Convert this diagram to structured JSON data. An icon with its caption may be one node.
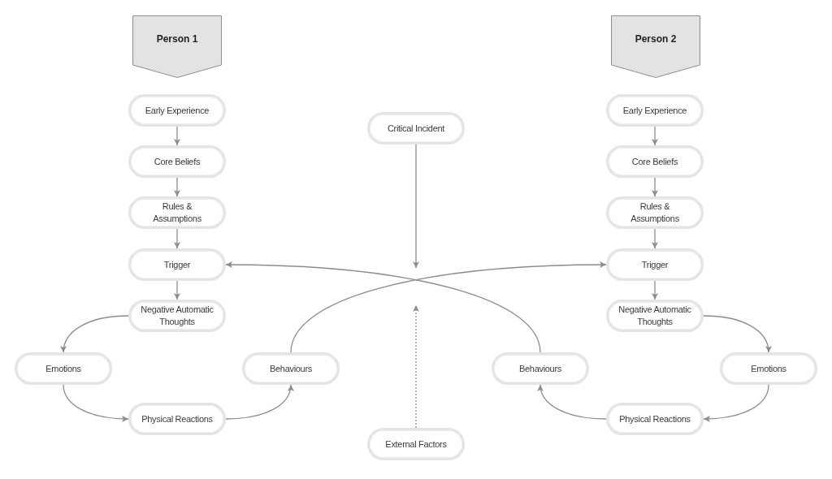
{
  "diagram": {
    "nodes": [
      {
        "text": [
          "Person 1"
        ]
      },
      {
        "text": [
          "Person 2"
        ]
      },
      {
        "text": [
          "Early Experience"
        ]
      },
      {
        "text": [
          "Early Experience"
        ]
      },
      {
        "text": [
          "Critical Incident"
        ]
      },
      {
        "text": [
          "Core Beliefs"
        ]
      },
      {
        "text": [
          "Core Beliefs"
        ]
      },
      {
        "text": [
          "Rules & Assumptions"
        ]
      },
      {
        "text": [
          "Rules & Assumptions"
        ]
      },
      {
        "text": [
          "Trigger"
        ]
      },
      {
        "text": [
          "Trigger"
        ]
      },
      {
        "text": [
          "Negative Automatic Thoughts"
        ]
      },
      {
        "text": [
          "Negative Automatic Thoughts"
        ]
      },
      {
        "text": [
          "Emotions"
        ]
      },
      {
        "text": [
          "Behaviours"
        ]
      },
      {
        "text": [
          "Behaviours"
        ]
      },
      {
        "text": [
          "Emotions"
        ]
      },
      {
        "text": [
          "Physical Reactions"
        ]
      },
      {
        "text": [
          "Physical Reactions"
        ]
      },
      {
        "text": [
          "External Factors"
        ]
      }
    ],
    "edges": [
      {
        "from": 2,
        "to": 5,
        "arrow": "to"
      },
      {
        "from": 5,
        "to": 7,
        "arrow": "to"
      },
      {
        "from": 7,
        "to": 9,
        "arrow": "to"
      },
      {
        "from": 9,
        "to": 11,
        "arrow": "to"
      },
      {
        "from": 11,
        "to": 13,
        "arrow": "to"
      },
      {
        "from": 13,
        "to": 17,
        "arrow": "to"
      },
      {
        "from": 17,
        "to": 14,
        "arrow": "to"
      },
      {
        "from": 14,
        "to": 10,
        "arrow": "to"
      },
      {
        "from": 3,
        "to": 6,
        "arrow": "to"
      },
      {
        "from": 6,
        "to": 8,
        "arrow": "to"
      },
      {
        "from": 8,
        "to": 10,
        "arrow": "to"
      },
      {
        "from": 10,
        "to": 12,
        "arrow": "to"
      },
      {
        "from": 12,
        "to": 16,
        "arrow": "to"
      },
      {
        "from": 16,
        "to": 18,
        "arrow": "to"
      },
      {
        "from": 18,
        "to": 15,
        "arrow": "to"
      },
      {
        "from": 15,
        "to": 9,
        "arrow": "to"
      },
      {
        "from": 4,
        "to": null,
        "arrow": "to"
      },
      {
        "from": 19,
        "to": null,
        "arrow": "to",
        "style": "dashed"
      }
    ]
  }
}
